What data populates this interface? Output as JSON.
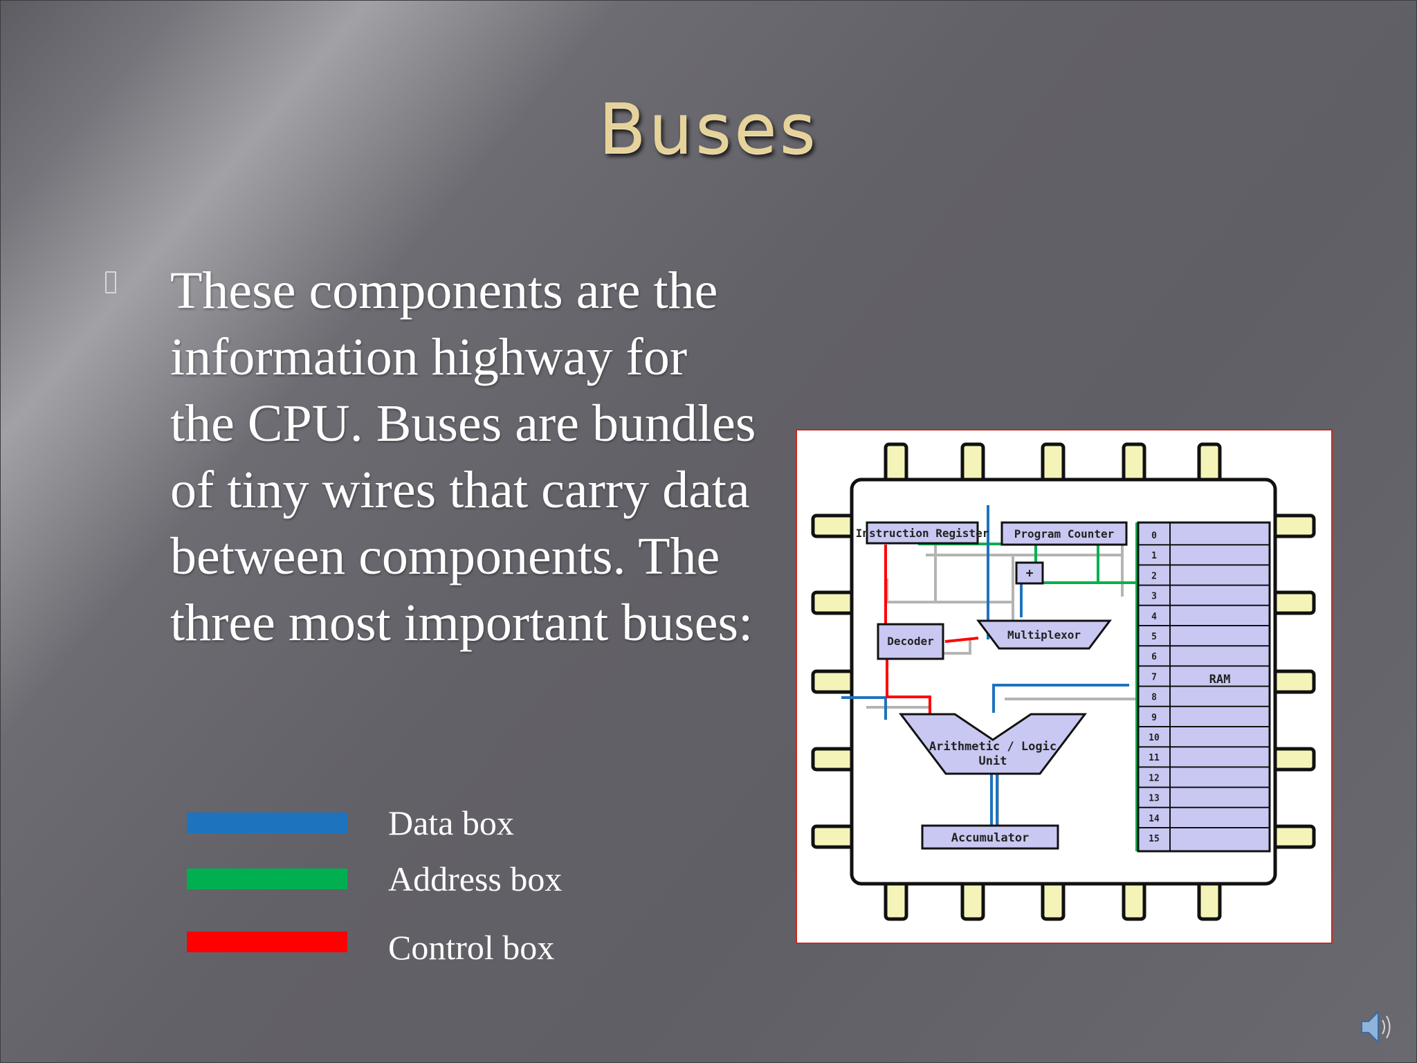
{
  "slide": {
    "title": "Buses",
    "bullet_text": "These components are the information highway for the CPU. Buses are bundles of tiny wires that carry data between components. The three most important buses:"
  },
  "legend": [
    {
      "label": "Data box",
      "color": "#1e73be"
    },
    {
      "label": "Address box",
      "color": "#00b050"
    },
    {
      "label": "Control box",
      "color": "#ff0000"
    }
  ],
  "diagram": {
    "components": {
      "instruction_register": "Instruction Register",
      "program_counter": "Program Counter",
      "incrementer": "+",
      "decoder": "Decoder",
      "multiplexor": "Multiplexor",
      "alu_line1": "Arithmetic / Logic",
      "alu_line2": "Unit",
      "accumulator": "Accumulator",
      "ram": "RAM"
    },
    "ram_addresses": [
      "0",
      "1",
      "2",
      "3",
      "4",
      "5",
      "6",
      "7",
      "8",
      "9",
      "10",
      "11",
      "12",
      "13",
      "14",
      "15"
    ],
    "colors": {
      "chip_fill": "#ffffff",
      "pin_fill": "#f4f4b8",
      "component_fill": "#c8c8f2",
      "data_bus": "#1e73be",
      "address_bus": "#00b050",
      "control_bus": "#ff0000",
      "internal_wire": "#b4b4b4",
      "frame_border": "#c8281e"
    }
  },
  "icons": {
    "bullet": "square-bullet-icon",
    "audio": "speaker-icon"
  }
}
